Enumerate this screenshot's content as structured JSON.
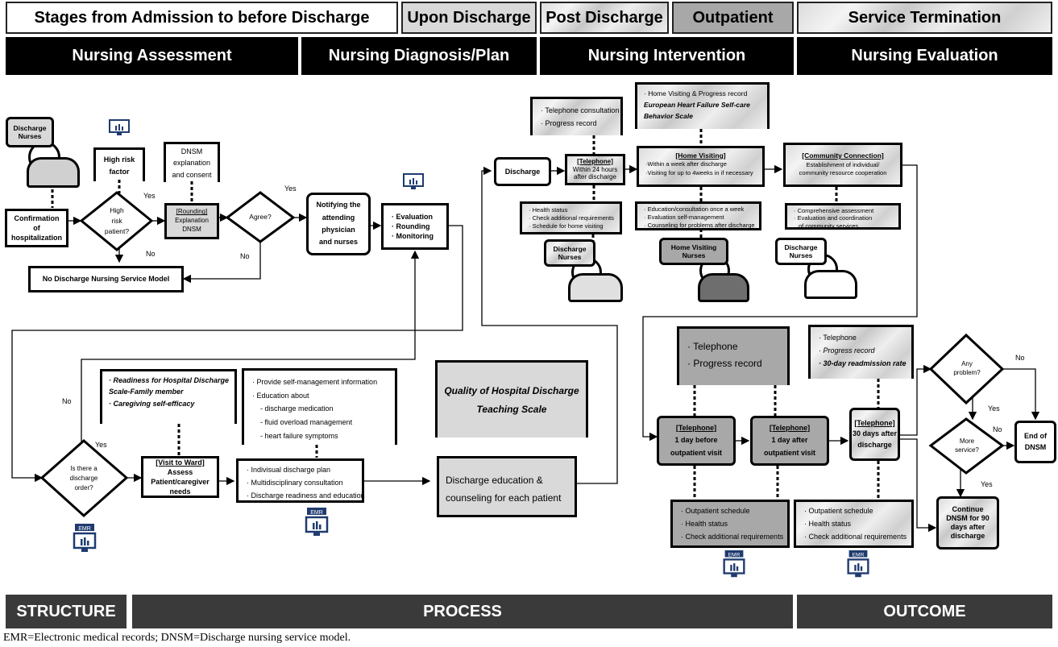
{
  "stages": [
    "Stages from Admission to before Discharge",
    "Upon Discharge",
    "Post Discharge",
    "Outpatient",
    "Service Termination"
  ],
  "phases": [
    "Nursing Assessment",
    "Nursing Diagnosis/Plan",
    "Nursing Intervention",
    "Nursing Evaluation"
  ],
  "bottom": {
    "structure": "STRUCTURE",
    "process": "PROCESS",
    "outcome": "OUTCOME"
  },
  "footnote": "EMR=Electronic medical records; DNSM=Discharge nursing service model.",
  "emr": "EMR",
  "top_left": {
    "nurses": [
      "Discharge",
      "Nurses"
    ],
    "confirmation": [
      "Confirmation",
      "of",
      "hospitalization"
    ],
    "high_risk_factor": [
      "High risk",
      "factor"
    ],
    "high_risk_patient": [
      "High",
      "risk",
      "patient?"
    ],
    "yes": "Yes",
    "no": "No",
    "dnsm_doc": [
      "DNSM",
      "explanation",
      "and consent"
    ],
    "rounding": [
      "[Rounding]",
      "Explanation",
      "DNSM"
    ],
    "agree": "Agree?",
    "yes2": "Yes",
    "no2": "No",
    "notifying": [
      "Notifying the",
      "attending",
      "physician",
      "and nurses"
    ],
    "evaluation": [
      "· Evaluation",
      "· Rounding",
      "· Monitoring"
    ],
    "no_model": "No Discharge Nursing Service Model"
  },
  "bottom_left": {
    "no": "No",
    "yes": "Yes",
    "order": [
      "Is there a",
      "discharge",
      "order?"
    ],
    "readiness": [
      "· Readiness for Hospital Discharge",
      "Scale-Family member",
      "· Caregiving self-efficacy"
    ],
    "visit_ward": [
      "[Visit to Ward]",
      "Assess",
      "Patient/caregiver",
      "needs"
    ],
    "provide": [
      "· Provide self-management information",
      "· Education about",
      "- discharge medication",
      "- fluid overload management",
      "- heart failure symptoms"
    ],
    "plan": [
      "· Indivisual discharge plan",
      "· Multidisciplinary consultation",
      "· Discharge readiness and education"
    ],
    "quality": [
      "Quality of Hospital Discharge",
      "Teaching Scale"
    ],
    "education": [
      "Discharge education &",
      "counseling for each patient"
    ]
  },
  "top_right": {
    "discharge": "Discharge",
    "tel_doc": [
      "· Telephone consultation",
      "· Progress record"
    ],
    "telephone": [
      "[Telephone]",
      "Within 24 hours",
      "after discharge"
    ],
    "tel_notes": [
      "· Health status",
      "· Check additional requirements",
      "· Schedule for home visiting"
    ],
    "nurses1": [
      "Discharge",
      "Nurses"
    ],
    "hv_doc": [
      "· Home Visiting  & Progress record",
      "European Heart  Failure Self-care",
      "Behavior Scale"
    ],
    "home_visiting": [
      "[Home Visiting]",
      "·Within a week after discharge",
      "·Visiting for up to 4weeks in if necessary"
    ],
    "hv_notes": [
      "· Education/consultation once a week",
      "· Evaluation self-management",
      "· Counseling for problems after discharge"
    ],
    "hv_nurses": [
      "Home Visiting",
      "Nurses"
    ],
    "community": [
      "[Community Connection]",
      "Establishment of individual/",
      "community resource cooperation"
    ],
    "comm_notes": [
      "· Comprehensive assessment",
      "· Evaluation and coordination",
      "of community services"
    ],
    "nurses2": [
      "Discharge",
      "Nurses"
    ]
  },
  "bottom_right": {
    "tel_doc": [
      "· Telephone",
      "· Progress record"
    ],
    "tel_doc2": [
      "· Telephone",
      "· Progress record",
      "· 30-day readmission rate"
    ],
    "t1": [
      "[Telephone]",
      "1 day before",
      "outpatient visit"
    ],
    "t2": [
      "[Telephone]",
      "1 day after",
      "outpatient visit"
    ],
    "t3": [
      "[Telephone]",
      "30 days after",
      "discharge"
    ],
    "notes1": [
      "· Outpatient schedule",
      "· Health status",
      "· Check additional requirements"
    ],
    "notes2": [
      "· Outpatient schedule",
      "· Health status",
      "· Check additional requirements"
    ],
    "any_problem": [
      "Any",
      "problem?"
    ],
    "more_service": [
      "More",
      "service?"
    ],
    "no": "No",
    "yes": "Yes",
    "no2": "No",
    "yes2": "Yes",
    "end": [
      "End of",
      "DNSM"
    ],
    "continue": [
      "Continue",
      "DNSM for 90",
      "days after",
      "discharge"
    ]
  }
}
